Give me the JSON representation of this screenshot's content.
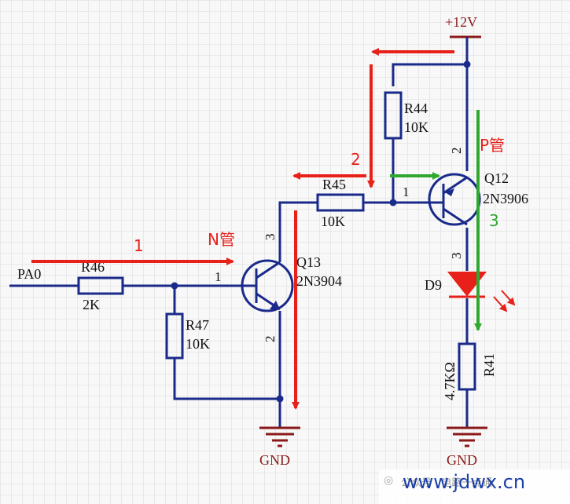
{
  "supply_label": "+12V",
  "ground_labels": [
    "GND",
    "GND"
  ],
  "input_label": "PA0",
  "resistors": {
    "r46": {
      "ref": "R46",
      "value": "2K"
    },
    "r47": {
      "ref": "R47",
      "value": "10K"
    },
    "r45": {
      "ref": "R45",
      "value": "10K"
    },
    "r44": {
      "ref": "R44",
      "value": "10K"
    },
    "r41": {
      "ref": "R41",
      "value": "4.7KΩ"
    }
  },
  "transistors": {
    "q13": {
      "ref": "Q13",
      "part": "2N3904",
      "type_note": "N管",
      "pins": [
        "1",
        "3",
        "2"
      ]
    },
    "q12": {
      "ref": "Q12",
      "part": "2N3906",
      "type_note": "P管",
      "pins": [
        "1",
        "2",
        "3"
      ]
    }
  },
  "led": {
    "ref": "D9"
  },
  "annotations": {
    "step1": "1",
    "step2": "2",
    "step3": "3"
  },
  "colors": {
    "wire": "#1a2a8a",
    "arrow_red": "#e8201a",
    "arrow_green": "#2fa82f",
    "ground": "#8b1a1a",
    "led": "#e8201a"
  },
  "watermark": {
    "text": "公众号 · 电路一点通",
    "site": "www.jdwx.cn"
  }
}
